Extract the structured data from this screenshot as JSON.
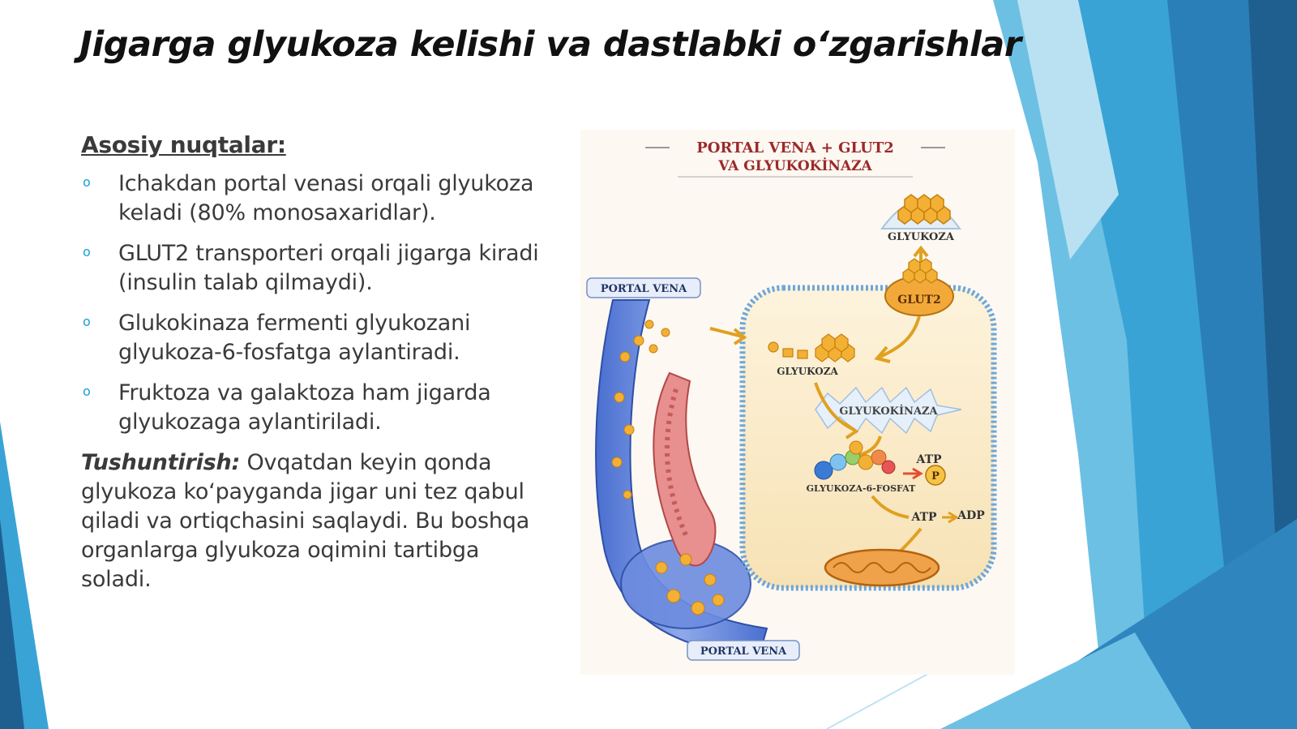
{
  "slide": {
    "title": "Jigarga glyukoza kelishi va dastlabki o‘zgarishlar",
    "section_heading": "Asosiy nuqtalar:",
    "bullets": [
      "Ichakdan portal venasi orqali glyukoza keladi (80% monosaxaridlar).",
      "GLUT2 transporteri orqali jigarga kiradi (insulin talab qilmaydi).",
      "Glukokinaza fermenti glyukozani glyukoza-6-fosfatga aylantiradi.",
      "Fruktoza va galaktoza ham jigarda glyukozaga aylantiriladi."
    ],
    "bullet_icon": "ring-bullet-icon",
    "explanation_label": "Tushuntirish:",
    "explanation_text": " Ovqatdan keyin qonda glyukoza ko‘payganda jigar uni tez qabul qiladi va ortiqchasini saqlaydi. Bu boshqa organlarga glyukoza oqimini tartibga soladi."
  },
  "diagram": {
    "title_line1": "PORTAL VENA + GLUT2",
    "title_line2": "VA GLYUKOKİNAZA",
    "label_glyukoza_top": "GLYUKOZA",
    "label_portal_vena_top": "PORTAL VENA",
    "label_glut2": "GLUT2",
    "label_glyukoza_inner": "GLYUKOZA",
    "label_glyukokinaza": "GLYUKOKİNAZA",
    "label_atp_1": "ATP",
    "label_p": "P",
    "label_g6p": "GLYUKOZA-6-FOSFAT",
    "label_atp_2": "ATP",
    "label_adp": "ADP",
    "label_portal_vena_bottom": "PORTAL VENA"
  },
  "colors": {
    "accent_blue": "#1c9fd6",
    "title_text": "#111111",
    "body_text": "#3a3a3a",
    "deco_dark": "#1f5f8f",
    "deco_mid": "#2f86bf",
    "deco_light": "#5fb8e0"
  }
}
